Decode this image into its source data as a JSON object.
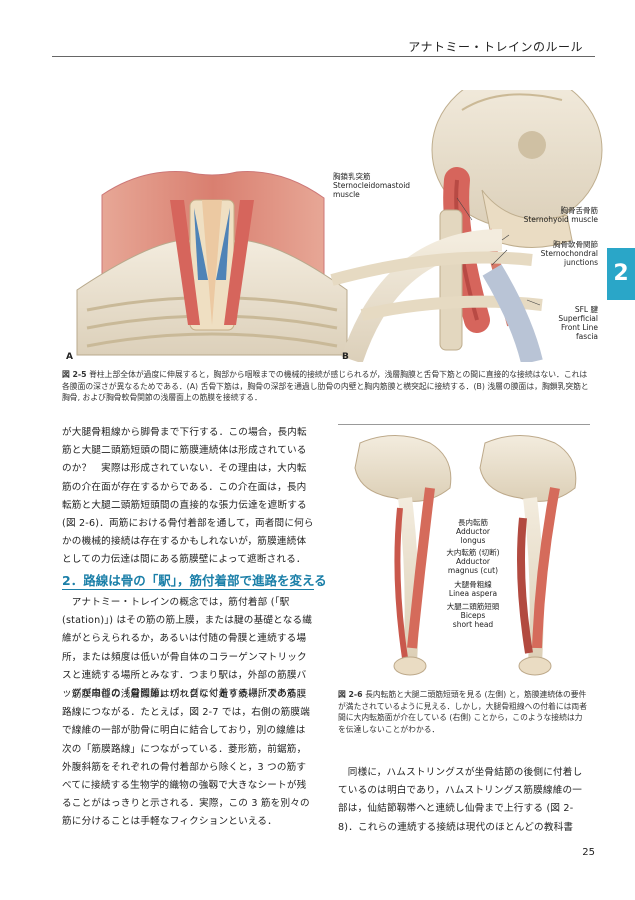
{
  "header": {
    "title": "アナトミー・トレインのルール"
  },
  "chapter_tab": "2",
  "figure_2_5": {
    "panel_a": "A",
    "panel_b": "B",
    "labels": {
      "scm": [
        "胸鎖乳突筋",
        "Sternocleidomastoid",
        "muscle"
      ],
      "sternohyoid": [
        "胸骨舌骨筋",
        "Sternohyoid muscle"
      ],
      "sternochondral": [
        "胸骨軟骨関節",
        "Sternochondral",
        "junctions"
      ],
      "sfl": [
        "SFL 腱",
        "Superficial",
        "Front Line",
        "fascia"
      ]
    },
    "caption_number": "図 2-5",
    "caption": "脊柱上部全体が過度に伸展すると，胸部から咽喉までの機械的接続が感じられるが，浅層胸膜と舌骨下筋との間に直接的な接続はない．これは各膜面の深さが異なるためである．(A) 舌骨下筋は，胸骨の深部を通過し肋骨の内壁と胸内筋膜と横突起に接続する．(B) 浅層の膜面は，胸鎖乳突筋と胸骨, および胸骨軟骨関節の浅層面上の筋膜を接続する．"
  },
  "figure_2_6": {
    "labels": {
      "adductor_longus": [
        "長内転筋",
        "Adductor",
        "longus"
      ],
      "adductor_magnus": [
        "大内転筋 (切断)",
        "Adductor",
        "magnus (cut)"
      ],
      "linea_aspera": [
        "大腿骨粗線",
        "Linea aspera"
      ],
      "biceps": [
        "大腿二頭筋短頭",
        "Biceps",
        "short head"
      ]
    },
    "caption_number": "図 2-6",
    "caption": "長内転筋と大腿二頭筋短頭を見る (左側) と，筋膜連続体の要件が満たされているように見える．しかし，大腿骨粗線への付着には両者間に大内転筋面が介在している (右側) ことから，このような接続は力を伝達しないことがわかる．"
  },
  "body": {
    "para1": "が大腿骨粗線から脚骨まで下行する．この場合，長内転筋と大腿二頭筋短頭の間に筋膜連続体は形成されているのか？　実際は形成されていない．その理由は，大内転筋の介在面が存在するからである．この介在面は，長内転筋と大腿二頭筋短頭間の直接的な張力伝達を遮断する (図 2-6)．両筋における骨付着部を通して，両者間に何らかの機械的接続は存在するかもしれないが，筋膜連続体としての力伝達は間にある筋膜壁によって遮断される．",
    "section_heading": "2．路線は骨の「駅」，筋付着部で進路を変える",
    "para2": "　アナトミー・トレインの概念では，筋付着部 (「駅 (station)」) はその筋の筋上膜，または腱の基礎となる繊維がとらえられるか，あるいは付随の骨膜と連続する場所，または頻度は低いが骨自体のコラーゲンマトリックスと連続する場所とみなす．つまり駅は，外部の筋膜バッグが内部の「骨関節」バッグに付着する場所である．",
    "para3": "　筋膜単位の浅層線維は切れ目なく走り続け，次の筋膜路線につながる．たとえば，図 2-7 では，右側の筋膜端で線維の一部が肋骨に明白に結合しており，別の線維は次の「筋膜路線」につながっている．菱形筋，前鋸筋，外腹斜筋をそれぞれの骨付着部から除くと，3 つの筋すべてに接続する生物学的織物の強靱で大きなシートが残ることがはっきりと示される．実際，この 3 筋を別々の筋に分けることは手軽なフィクションといえる．",
    "para4": "　同様に，ハムストリングスが坐骨結節の後側に付着しているのは明白であり，ハムストリングス筋膜線維の一部は，仙結節靱帯へと連続し仙骨まで上行する (図 2-8)．これらの連続する接続は現代のほとんどの教科書"
  },
  "page_number": "25"
}
